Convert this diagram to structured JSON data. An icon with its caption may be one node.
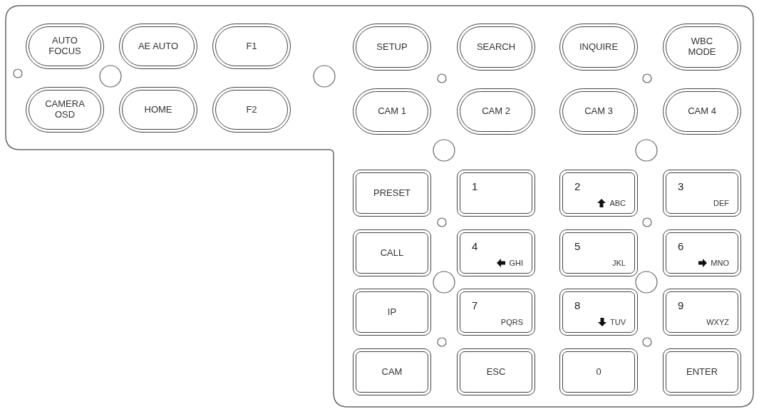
{
  "diagram": {
    "nodes": [
      {
        "text": [
          "AUTO FOCUS"
        ]
      },
      {
        "text": [
          "AE AUTO"
        ]
      },
      {
        "text": [
          "F1"
        ]
      },
      {
        "text": [
          "SETUP"
        ]
      },
      {
        "text": [
          "SEARCH"
        ]
      },
      {
        "text": [
          "INQUIRE"
        ]
      },
      {
        "text": [
          "WBC MODE"
        ]
      },
      {
        "text": [
          "CAMERA OSD"
        ]
      },
      {
        "text": [
          "HOME"
        ]
      },
      {
        "text": [
          "F2"
        ]
      },
      {
        "text": [
          "CAM 1"
        ]
      },
      {
        "text": [
          "CAM 2"
        ]
      },
      {
        "text": [
          "CAM 3"
        ]
      },
      {
        "text": [
          "CAM 4"
        ]
      },
      {
        "text": [
          "PRESET"
        ]
      },
      {
        "text": [
          "1"
        ]
      },
      {
        "text": [
          "2",
          "ABC"
        ]
      },
      {
        "text": [
          "3",
          "DEF"
        ]
      },
      {
        "text": [
          "CALL"
        ]
      },
      {
        "text": [
          "4",
          "GHI"
        ]
      },
      {
        "text": [
          "5",
          "JKL"
        ]
      },
      {
        "text": [
          "6",
          "MNO"
        ]
      },
      {
        "text": [
          "IP"
        ]
      },
      {
        "text": [
          "7",
          "PQRS"
        ]
      },
      {
        "text": [
          "8",
          "TUV"
        ]
      },
      {
        "text": [
          "9",
          "WXYZ"
        ]
      },
      {
        "text": [
          "CAM"
        ]
      },
      {
        "text": [
          "ESC"
        ]
      },
      {
        "text": [
          "0"
        ]
      },
      {
        "text": [
          "ENTER"
        ]
      }
    ]
  }
}
